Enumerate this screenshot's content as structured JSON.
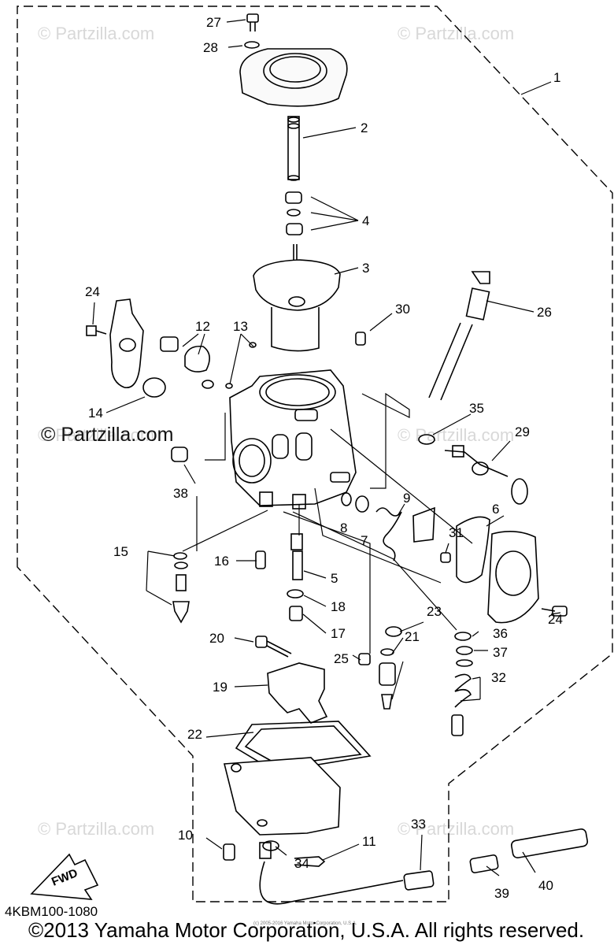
{
  "watermarks": {
    "w1": "© Partzilla.com",
    "w2": "© Partzilla.com",
    "w3": "© Partzilla.com",
    "w4": "© Partzilla.com",
    "w5": "© Partzilla.com",
    "w6": "© Partzilla.com",
    "center": "© Partzilla.com"
  },
  "fwd_label": "FWD",
  "diagram_code": "4KBM100-1080",
  "copyright": "©2013 Yamaha Motor Corporation, U.S.A. All rights reserved.",
  "tiny_copyright": "(c) 2005-2016 Yamaha Motor Corporation, U.S.A.",
  "callouts": [
    {
      "id": "c1",
      "label": "1"
    },
    {
      "id": "c2",
      "label": "2"
    },
    {
      "id": "c3",
      "label": "3"
    },
    {
      "id": "c4",
      "label": "4"
    },
    {
      "id": "c5",
      "label": "5"
    },
    {
      "id": "c6",
      "label": "6"
    },
    {
      "id": "c7",
      "label": "7"
    },
    {
      "id": "c8",
      "label": "8"
    },
    {
      "id": "c9",
      "label": "9"
    },
    {
      "id": "c10",
      "label": "10"
    },
    {
      "id": "c11",
      "label": "11"
    },
    {
      "id": "c12",
      "label": "12"
    },
    {
      "id": "c13",
      "label": "13"
    },
    {
      "id": "c14",
      "label": "14"
    },
    {
      "id": "c15",
      "label": "15"
    },
    {
      "id": "c16",
      "label": "16"
    },
    {
      "id": "c17",
      "label": "17"
    },
    {
      "id": "c18",
      "label": "18"
    },
    {
      "id": "c19",
      "label": "19"
    },
    {
      "id": "c20",
      "label": "20"
    },
    {
      "id": "c21",
      "label": "21"
    },
    {
      "id": "c22",
      "label": "22"
    },
    {
      "id": "c23",
      "label": "23"
    },
    {
      "id": "c24a",
      "label": "24"
    },
    {
      "id": "c24b",
      "label": "24"
    },
    {
      "id": "c25",
      "label": "25"
    },
    {
      "id": "c26",
      "label": "26"
    },
    {
      "id": "c27",
      "label": "27"
    },
    {
      "id": "c28",
      "label": "28"
    },
    {
      "id": "c29",
      "label": "29"
    },
    {
      "id": "c30",
      "label": "30"
    },
    {
      "id": "c31",
      "label": "31"
    },
    {
      "id": "c32",
      "label": "32"
    },
    {
      "id": "c33",
      "label": "33"
    },
    {
      "id": "c34",
      "label": "34"
    },
    {
      "id": "c35",
      "label": "35"
    },
    {
      "id": "c36",
      "label": "36"
    },
    {
      "id": "c37",
      "label": "37"
    },
    {
      "id": "c38",
      "label": "38"
    },
    {
      "id": "c39",
      "label": "39"
    },
    {
      "id": "c40",
      "label": "40"
    }
  ]
}
